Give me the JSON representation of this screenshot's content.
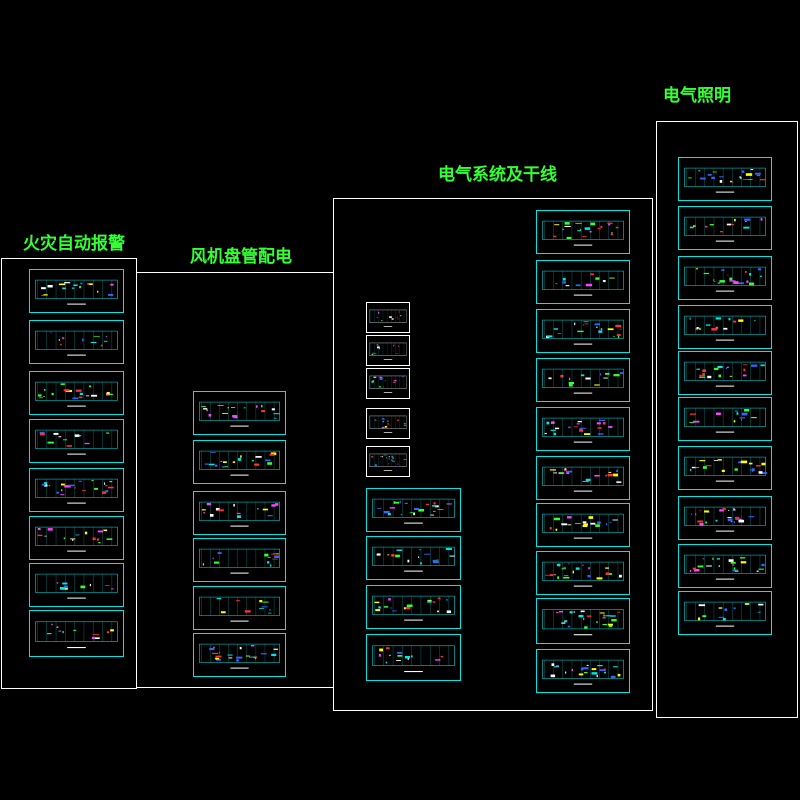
{
  "groups": {
    "fire_alarm": {
      "title": "火灾自动报警"
    },
    "fan_coil": {
      "title": "风机盘管配电"
    },
    "system": {
      "title": "电气系统及干线"
    },
    "lighting": {
      "title": "电气照明"
    }
  },
  "colors": {
    "background": "#000000",
    "title": "#33ff33",
    "sheet_border": "#00e5e5",
    "group_border": "#ffffff",
    "drawing_red": "#ff3333",
    "drawing_yellow": "#ffff00",
    "drawing_green": "#33ff33",
    "drawing_blue": "#3366ff",
    "drawing_magenta": "#ff44ff"
  }
}
